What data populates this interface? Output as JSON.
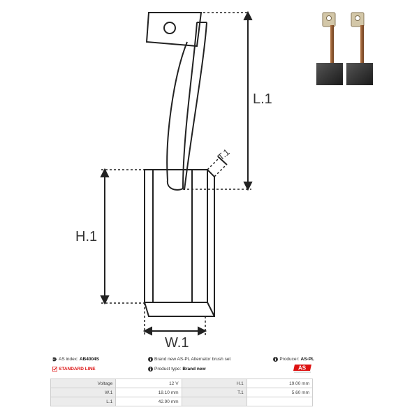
{
  "drawing": {
    "labels": {
      "L1": "L.1",
      "H1": "H.1",
      "W1": "W.1",
      "T1": "T.1"
    }
  },
  "info": {
    "index_label": "AS index:",
    "index_value": "AB4004S",
    "description": "Brand new AS-PL Alternator brush set",
    "producer_label": "Producer:",
    "producer_value": "AS-PL",
    "line": "STANDARD LINE",
    "type_label": "Product type:",
    "type_value": "Brand new",
    "logo_text": "AS",
    "colors": {
      "accent": "#dd1111"
    }
  },
  "specs": [
    {
      "k1": "Voltage",
      "v1": "12 V",
      "k2": "H.1",
      "v2": "19.00 mm"
    },
    {
      "k1": "W.1",
      "v1": "18.10 mm",
      "k2": "T.1",
      "v2": "5.60 mm"
    },
    {
      "k1": "L.1",
      "v1": "42.90 mm",
      "k2": "",
      "v2": ""
    }
  ]
}
